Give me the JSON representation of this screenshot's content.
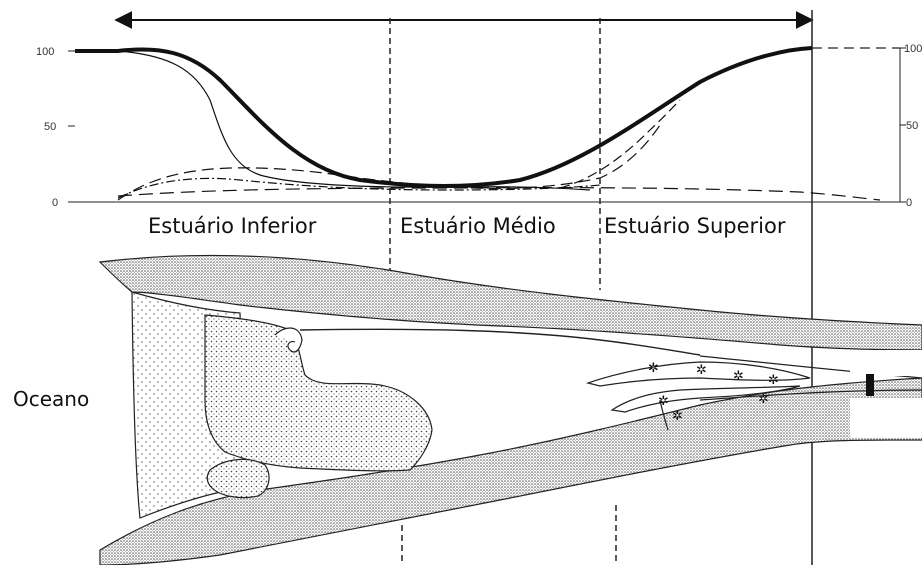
{
  "zones": {
    "lower": "Estuário Inferior",
    "middle": "Estuário Médio",
    "upper": "Estuário Superior"
  },
  "left_axis": {
    "ticks": [
      "100",
      "50",
      "0"
    ]
  },
  "right_axis": {
    "ticks": [
      "100",
      "50",
      "0"
    ]
  },
  "ocean_label": "Oceano",
  "colors": {
    "ink": "#111111",
    "sediment_fill": "#c8c8c8",
    "background": "#ffffff"
  }
}
